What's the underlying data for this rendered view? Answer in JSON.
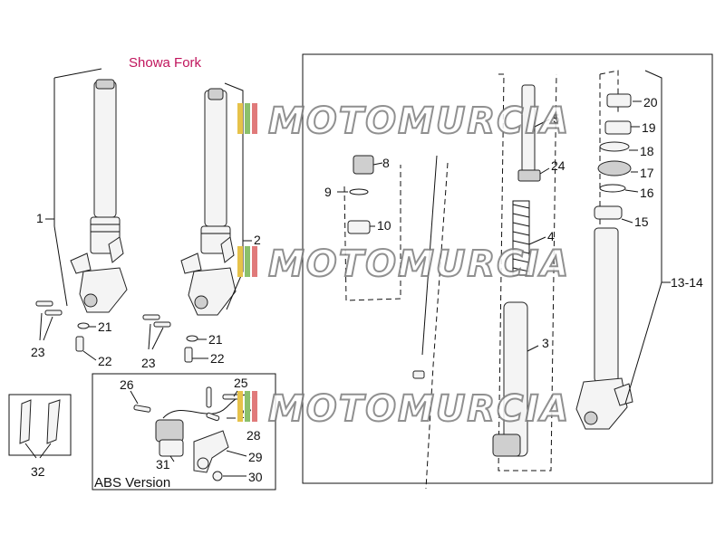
{
  "title": "Showa Fork",
  "abs_label": "ABS Version",
  "watermark": "MOTOMURCIA",
  "callouts": {
    "c1": "1",
    "c2": "2",
    "c3": "3",
    "c4": "4",
    "c5": "5",
    "c8": "8",
    "c9": "9",
    "c10": "10",
    "c1314": "13-14",
    "c15": "15",
    "c16": "16",
    "c17": "17",
    "c18": "18",
    "c19": "19",
    "c20": "20",
    "c21a": "21",
    "c21b": "21",
    "c22a": "22",
    "c22b": "22",
    "c23a": "23",
    "c23b": "23",
    "c24": "24",
    "c25": "25",
    "c26": "26",
    "c27": "27",
    "c28": "28",
    "c29": "29",
    "c30": "30",
    "c31": "31",
    "c32": "32"
  },
  "colors": {
    "title": "#c0145c",
    "watermark_stroke": "#7d7d7d",
    "watermark_stripes": [
      "#e6c24a",
      "#8bc06b",
      "#e07a7a"
    ]
  }
}
